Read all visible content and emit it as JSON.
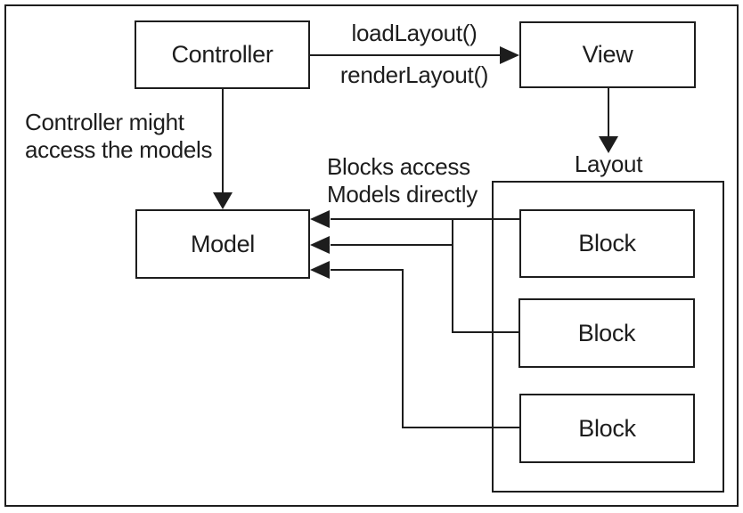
{
  "diagram": {
    "nodes": {
      "controller": {
        "label": "Controller"
      },
      "view": {
        "label": "View"
      },
      "model": {
        "label": "Model"
      },
      "layout_container": {
        "label": "Layout"
      },
      "blocks": [
        {
          "label": "Block"
        },
        {
          "label": "Block"
        },
        {
          "label": "Block"
        }
      ]
    },
    "edge_labels": {
      "load_layout": "loadLayout()",
      "render_layout": "renderLayout()"
    },
    "annotations": {
      "controller_models_line1": "Controller might",
      "controller_models_line2": "access the models",
      "blocks_models_line1": "Blocks access",
      "blocks_models_line2": "Models directly"
    },
    "colors": {
      "stroke": "#1d1d1d",
      "background": "#ffffff",
      "text": "#1d1d1d"
    }
  }
}
